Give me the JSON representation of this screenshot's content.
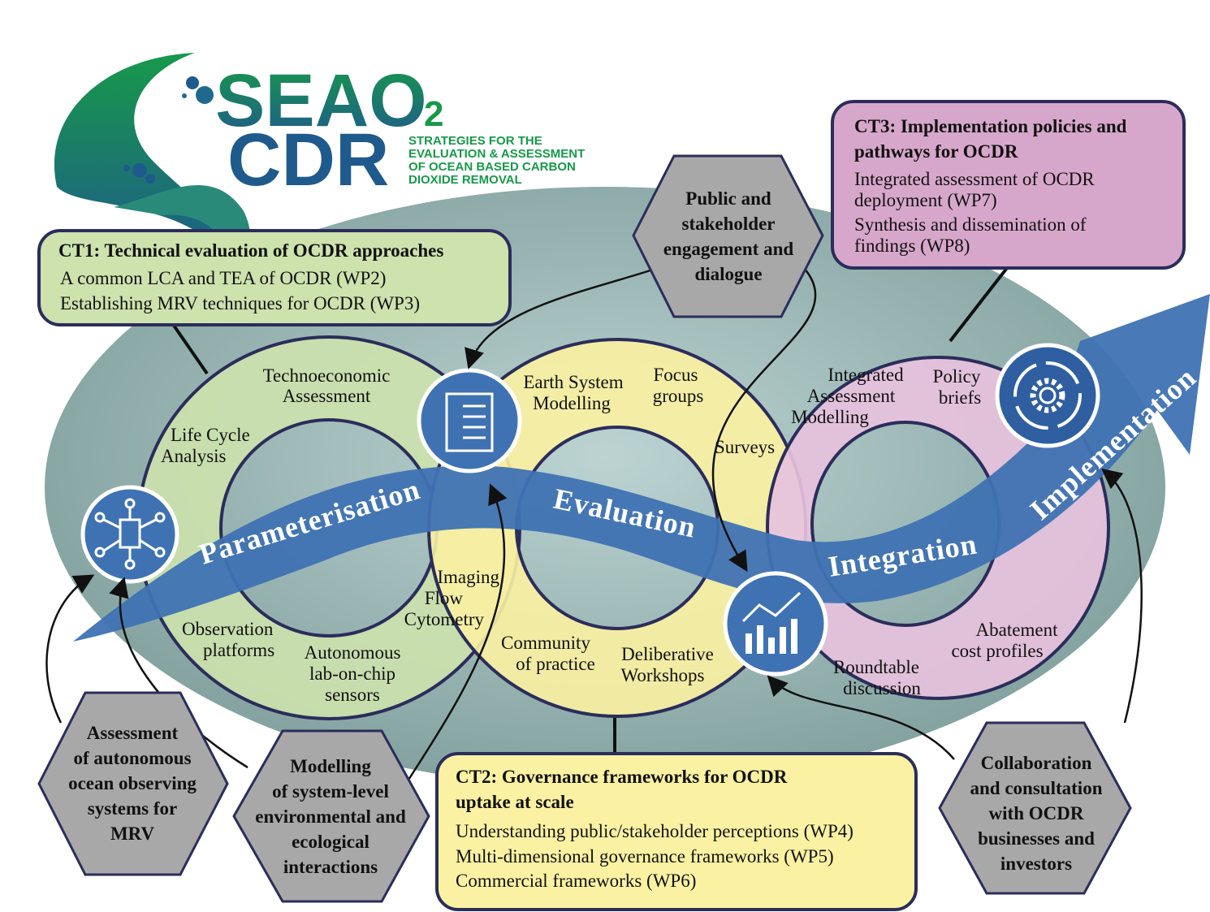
{
  "logo": {
    "name_line1": "SEAO",
    "name_sub": "2",
    "name_line2": "CDR",
    "tagline": [
      "STRATEGIES FOR THE",
      "EVALUATION & ASSESSMENT",
      "OF OCEAN BASED CARBON",
      "DIOXIDE REMOVAL"
    ]
  },
  "ct1": {
    "title": "CT1: Technical evaluation of OCDR approaches",
    "items": [
      "A common LCA and TEA of OCDR (WP2)",
      "Establishing MRV techniques for OCDR (WP3)"
    ]
  },
  "ct2": {
    "title": [
      "CT2: Governance frameworks for OCDR",
      "uptake at scale"
    ],
    "items": [
      "Understanding public/stakeholder perceptions (WP4)",
      "Multi-dimensional governance frameworks (WP5)",
      "Commercial frameworks (WP6)"
    ]
  },
  "ct3": {
    "title": [
      "CT3: Implementation policies and",
      "pathways for OCDR"
    ],
    "items": [
      "Integrated assessment of OCDR",
      "deployment (WP7)",
      "Synthesis and dissemination of",
      "findings (WP8)"
    ]
  },
  "hexagons": {
    "public": [
      "Public and",
      "stakeholder",
      "engagement and",
      "dialogue"
    ],
    "autonomous": [
      "Assessment",
      "of autonomous",
      "ocean observing",
      "systems for",
      "MRV"
    ],
    "modelling": [
      "Modelling",
      "of system-level",
      "environmental and",
      "ecological",
      "interactions"
    ],
    "collaboration": [
      "Collaboration",
      "and consultation",
      "with OCDR",
      "businesses and",
      "investors"
    ]
  },
  "green_ring": {
    "technoeconomic": [
      "Technoeconomic",
      "Assessment"
    ],
    "lca": [
      "Life Cycle",
      "Analysis"
    ],
    "observation": [
      "Observation",
      "platforms"
    ],
    "autonomous": [
      "Autonomous",
      "lab-on-chip",
      "sensors"
    ],
    "imaging": [
      "Imaging",
      "Flow",
      "Cytometry"
    ]
  },
  "yellow_ring": {
    "esm": [
      "Earth System",
      "Modelling"
    ],
    "focus": [
      "Focus",
      "groups"
    ],
    "surveys": "Surveys",
    "community": [
      "Community",
      "of practice"
    ],
    "deliberative": [
      "Deliberative",
      "Workshops"
    ]
  },
  "pink_ring": {
    "iam": [
      "Integrated",
      "Assessment",
      "Modelling"
    ],
    "policy": [
      "Policy",
      "briefs"
    ],
    "abatement": [
      "Abatement",
      "cost profiles"
    ],
    "roundtable": [
      "Roundtable",
      "discussion"
    ]
  },
  "arrow": {
    "stages": [
      "Parameterisation",
      "Evaluation",
      "Integration",
      "Implementation"
    ]
  },
  "colors": {
    "green": "#cde2ad",
    "yellow": "#fbf1a2",
    "pink": "#e7c2dd",
    "ct3": "#d7a7cb",
    "hex": "#a8a8a8",
    "arrow": "#3f72b3",
    "border": "#2b2d5b"
  }
}
